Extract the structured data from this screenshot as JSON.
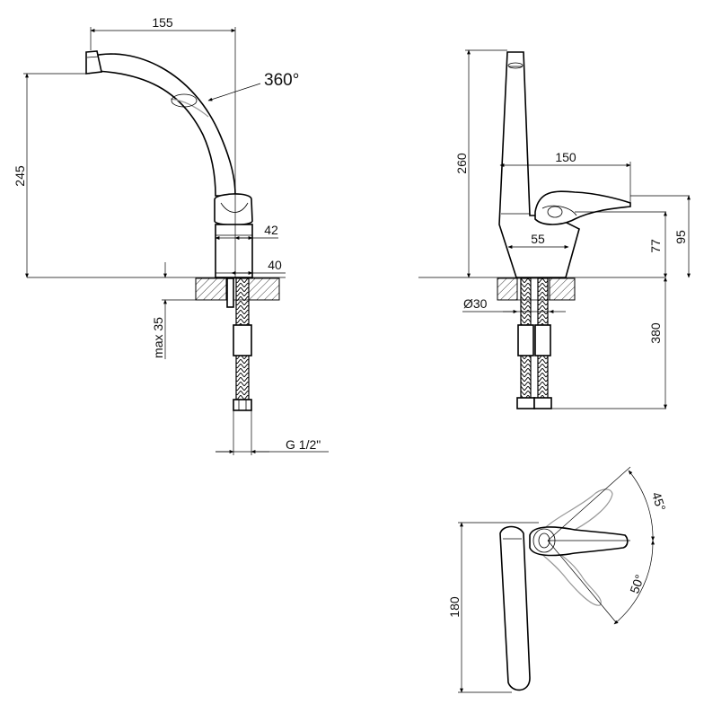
{
  "dimensions": {
    "front_spout_reach": "155",
    "front_rotation": "360°",
    "front_height": "245",
    "front_body_dia_upper": "42",
    "front_body_dia_lower": "40",
    "front_max_thickness": "max 35",
    "front_thread": "G 1/2\"",
    "side_total_height": "260",
    "side_lever_length": "150",
    "side_base_width": "55",
    "side_lever_height_low": "77",
    "side_lever_height_high": "95",
    "side_hole_dia": "Ø30",
    "side_hose_length": "380",
    "top_view_width": "180",
    "top_lever_angle_up": "45°",
    "top_lever_angle_down": "50°"
  }
}
